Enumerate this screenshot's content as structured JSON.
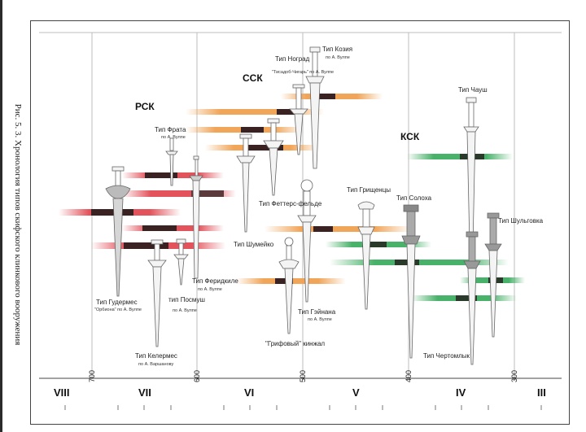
{
  "caption": "Рис. 5. 3. Хронология типов скифского клинкового вооружения",
  "colors": {
    "red": "#e0404a",
    "orange": "#f0a050",
    "green": "#3fae62",
    "dark": "#3a2222",
    "grid": "#bdbdbd"
  },
  "groups": [
    {
      "id": "rsk",
      "label": "РСК"
    },
    {
      "id": "ssk",
      "label": "ССК"
    },
    {
      "id": "ksk",
      "label": "КСК"
    }
  ],
  "centuries": [
    "VIII",
    "VII",
    "VI",
    "V",
    "IV",
    "III"
  ],
  "years": [
    "700",
    "600",
    "500",
    "400",
    "300"
  ],
  "types": [
    {
      "id": "frata",
      "name": "Тип Фрата",
      "note": "по А. Вулпе"
    },
    {
      "id": "gudermes",
      "name": "Тип Гудермес",
      "note": "\"Орбиона\" по А. Вулпе"
    },
    {
      "id": "kelermes",
      "name": "Тип Келермес",
      "note": "по А. Варшанову"
    },
    {
      "id": "posmush",
      "name": "тип Посмуш",
      "note": "по А. Вулпе"
    },
    {
      "id": "feridkile",
      "name": "Тип Феридкиле",
      "note": "по А. Вулпе"
    },
    {
      "id": "nograd",
      "name": "Тип Ноград",
      "note": "\"Тисадоб-Чигарь\" по А. Вулпе"
    },
    {
      "id": "kozia",
      "name": "Тип Козия",
      "note": "по А. Вулпе"
    },
    {
      "id": "shumeiko",
      "name": "Тип Шумейко",
      "note": ""
    },
    {
      "id": "fetters",
      "name": "Тип Феттерс-фельде",
      "note": ""
    },
    {
      "id": "grifovyi",
      "name": "\"Грифовый\" кинжал",
      "note": ""
    },
    {
      "id": "geyana",
      "name": "Тип Гэйнана",
      "note": "по А. Вулпе"
    },
    {
      "id": "grishchentsy",
      "name": "Тип Грищенцы",
      "note": ""
    },
    {
      "id": "solokha",
      "name": "Тип Солоха",
      "note": ""
    },
    {
      "id": "chaush",
      "name": "Тип Чауш",
      "note": ""
    },
    {
      "id": "shulgovka",
      "name": "Тип Шульговка",
      "note": ""
    },
    {
      "id": "chertomlyk",
      "name": "Тип Чертомлык",
      "note": ""
    }
  ]
}
